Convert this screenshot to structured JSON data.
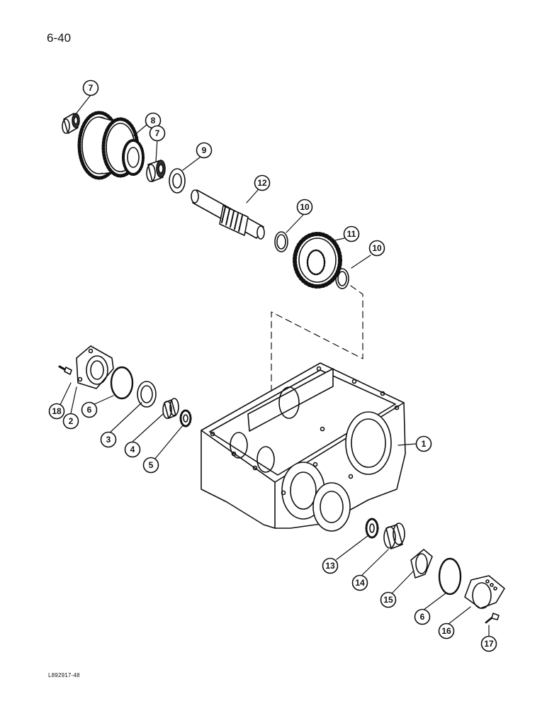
{
  "page_number": "6-40",
  "figure_code": "L892917-48",
  "callouts": [
    {
      "id": "7a",
      "label": "7"
    },
    {
      "id": "8",
      "label": "8"
    },
    {
      "id": "7b",
      "label": "7"
    },
    {
      "id": "9",
      "label": "9"
    },
    {
      "id": "12",
      "label": "12"
    },
    {
      "id": "10a",
      "label": "10"
    },
    {
      "id": "11",
      "label": "11"
    },
    {
      "id": "10b",
      "label": "10"
    },
    {
      "id": "18",
      "label": "18"
    },
    {
      "id": "2",
      "label": "2"
    },
    {
      "id": "6a",
      "label": "6"
    },
    {
      "id": "3",
      "label": "3"
    },
    {
      "id": "4",
      "label": "4"
    },
    {
      "id": "5",
      "label": "5"
    },
    {
      "id": "1",
      "label": "1"
    },
    {
      "id": "13",
      "label": "13"
    },
    {
      "id": "14",
      "label": "14"
    },
    {
      "id": "15",
      "label": "15"
    },
    {
      "id": "6b",
      "label": "6"
    },
    {
      "id": "16",
      "label": "16"
    },
    {
      "id": "17",
      "label": "17"
    }
  ]
}
